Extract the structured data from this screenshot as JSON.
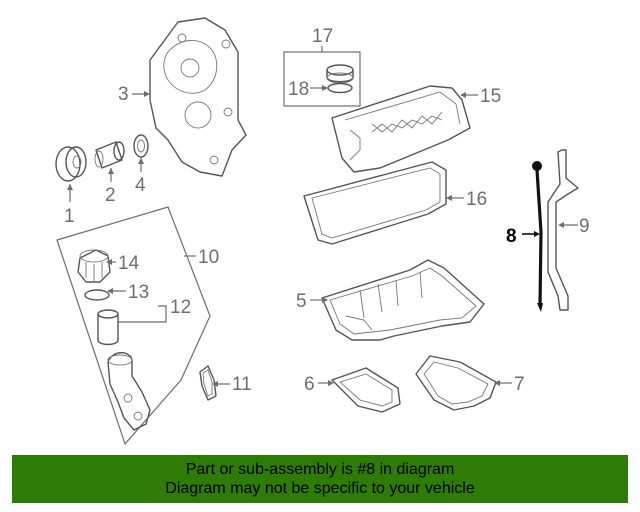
{
  "callouts": [
    "1",
    "2",
    "3",
    "4",
    "5",
    "6",
    "7",
    "8",
    "9",
    "10",
    "11",
    "12",
    "13",
    "14",
    "15",
    "16",
    "17",
    "18"
  ],
  "highlight_part": "8",
  "colors": {
    "banner_bg": "#2e7b05",
    "banner_text": "#000000",
    "line": "#6e6e6e",
    "highlight": "#111111"
  },
  "banner": {
    "line1": "Part or sub-assembly is #8 in diagram",
    "line2": "Diagram may not be specific to your vehicle"
  }
}
